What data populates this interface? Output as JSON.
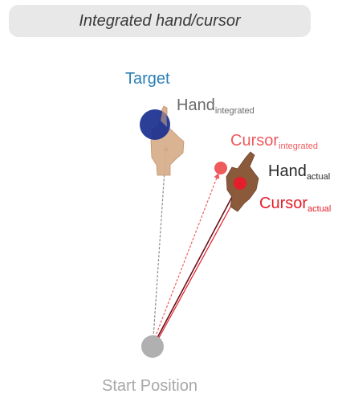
{
  "title": "Integrated hand/cursor",
  "labels": {
    "target": "Target",
    "hand_integrated_main": "Hand",
    "hand_integrated_sub": "integrated",
    "cursor_integrated_main": "Cursor",
    "cursor_integrated_sub": "integrated",
    "hand_actual_main": "Hand",
    "hand_actual_sub": "actual",
    "cursor_actual_main": "Cursor",
    "cursor_actual_sub": "actual",
    "start_position": "Start Position"
  },
  "colors": {
    "target": "#1a2f8f",
    "target_label": "#2a7fb5",
    "hand_integrated_label": "#6b6b6b",
    "cursor_integrated": "#ef5a5d",
    "cursor_actual": "#e41e2a",
    "hand_actual_label": "#2a2a2a",
    "start": "#b0b0b0",
    "start_label": "#a8a8a8",
    "skin_light": "#d7ad8a",
    "skin_dark": "#8a5a3a"
  }
}
